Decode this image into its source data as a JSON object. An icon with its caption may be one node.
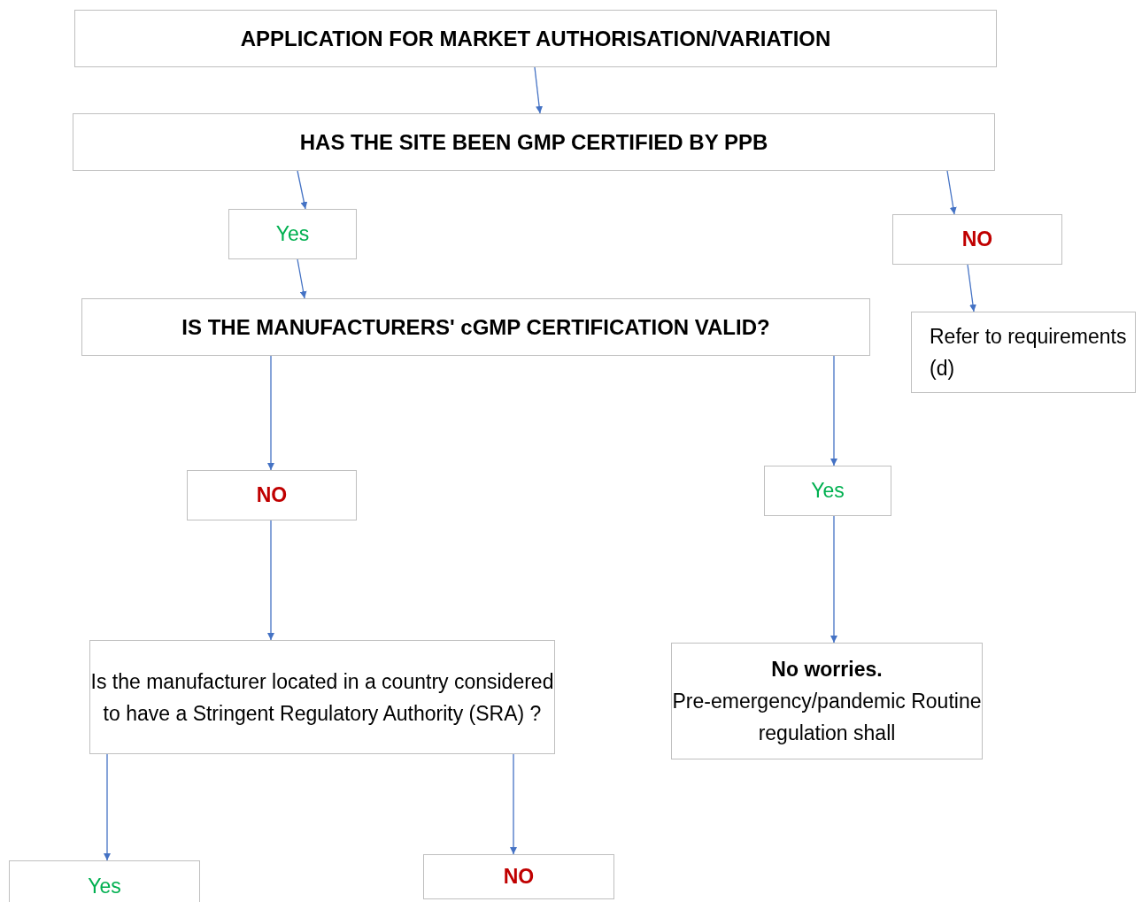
{
  "diagram": {
    "nodes": [
      {
        "text": [
          "APPLICATION FOR MARKET AUTHORISATION/VARIATION"
        ]
      },
      {
        "text": [
          "HAS THE SITE BEEN GMP CERTIFIED BY PPB"
        ]
      },
      {
        "text": [
          "Yes"
        ]
      },
      {
        "text": [
          "NO"
        ]
      },
      {
        "text": [
          "IS THE MANUFACTURERS' cGMP CERTIFICATION VALID?"
        ]
      },
      {
        "text": [
          "Refer to requirements (d)"
        ]
      },
      {
        "text": [
          "NO"
        ]
      },
      {
        "text": [
          "Yes"
        ]
      },
      {
        "text": [
          "Is the manufacturer located in a country considered to have a Stringent Regulatory Authority (SRA) ?"
        ]
      },
      {
        "text": [
          "No worries.",
          "Pre-emergency/pandemic Routine regulation shall"
        ]
      },
      {
        "text": [
          "Yes"
        ]
      },
      {
        "text": [
          "NO"
        ]
      }
    ],
    "edges": [
      {
        "from": 0,
        "to": 1,
        "arrow": "to"
      },
      {
        "from": 1,
        "to": 2,
        "arrow": "to"
      },
      {
        "from": 1,
        "to": 3,
        "arrow": "to"
      },
      {
        "from": 2,
        "to": 4,
        "arrow": "to"
      },
      {
        "from": 3,
        "to": 5,
        "arrow": "to"
      },
      {
        "from": 4,
        "to": 6,
        "arrow": "to"
      },
      {
        "from": 4,
        "to": 7,
        "arrow": "to"
      },
      {
        "from": 6,
        "to": 8,
        "arrow": "to"
      },
      {
        "from": 7,
        "to": 9,
        "arrow": "to"
      },
      {
        "from": 8,
        "to": 10,
        "arrow": "to"
      },
      {
        "from": 8,
        "to": 11,
        "arrow": "to"
      }
    ]
  }
}
